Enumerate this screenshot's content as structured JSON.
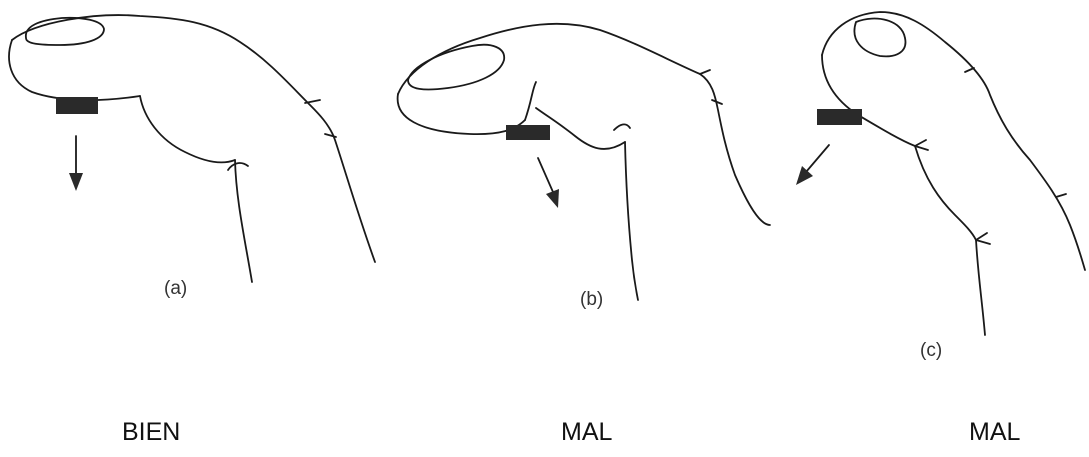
{
  "panels": [
    {
      "tag": "(a)",
      "verdict": "BIEN"
    },
    {
      "tag": "(b)",
      "verdict": "MAL"
    },
    {
      "tag": "(c)",
      "verdict": "MAL"
    }
  ]
}
